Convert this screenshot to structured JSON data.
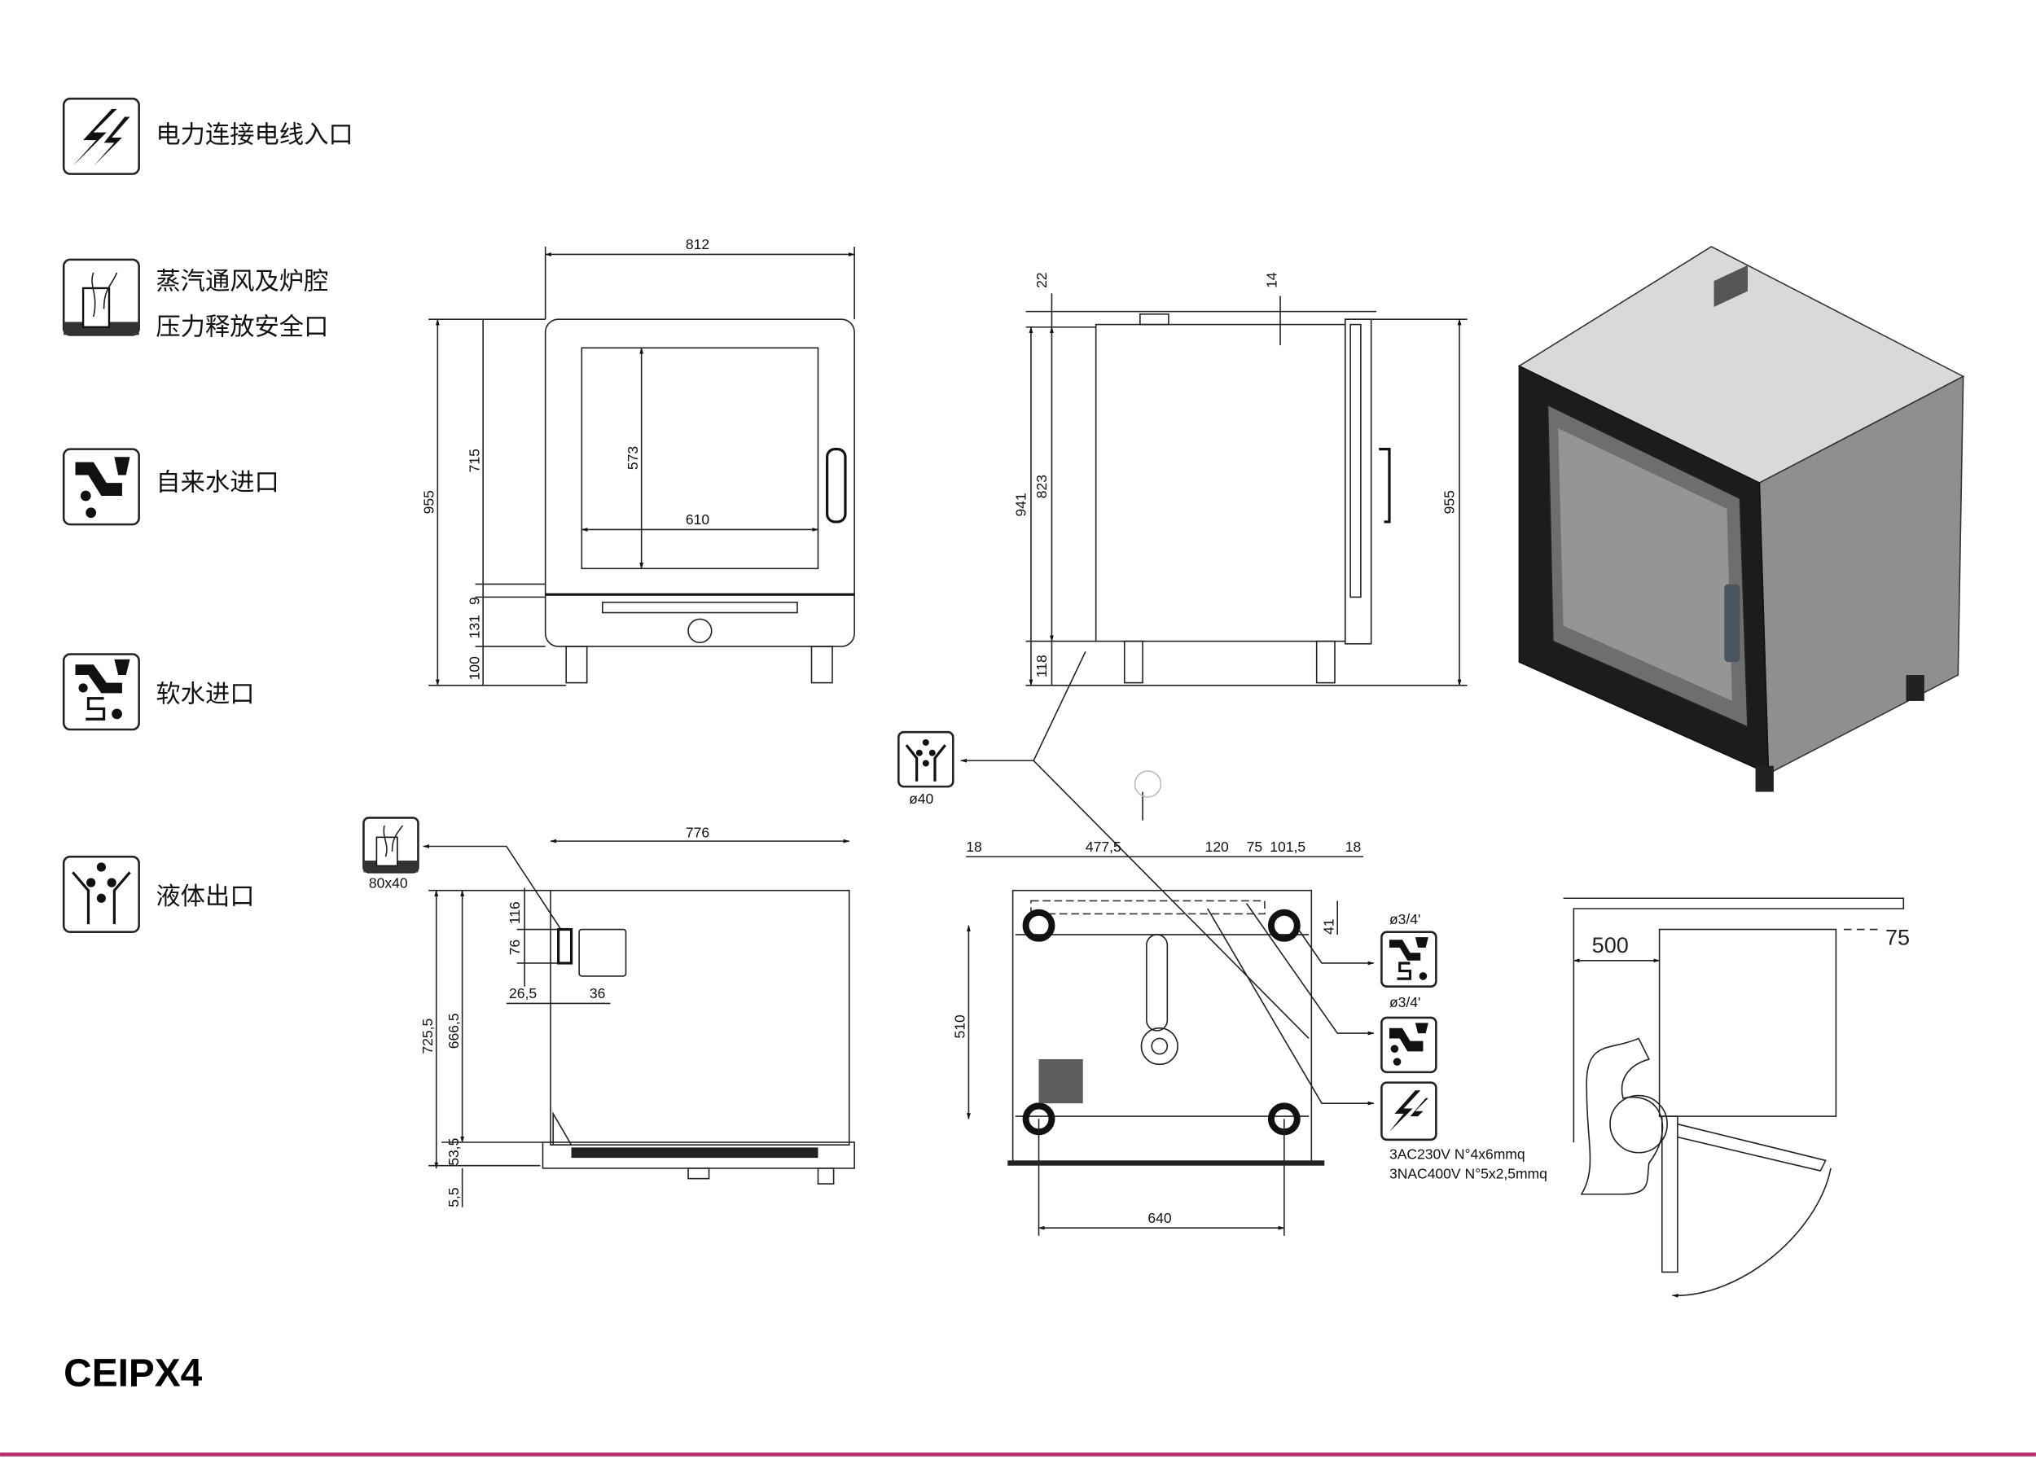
{
  "legend": [
    {
      "icon": "electric-connection-icon",
      "label": "电力连接电线入口"
    },
    {
      "icon": "steam-vent-icon",
      "label_line1": "蒸汽通风及炉腔",
      "label_line2": "压力释放安全口"
    },
    {
      "icon": "tap-water-icon",
      "label": "自来水进口"
    },
    {
      "icon": "soft-water-icon",
      "label": "软水进口"
    },
    {
      "icon": "liquid-drain-icon",
      "label": "液体出口"
    }
  ],
  "front_view": {
    "width": "812",
    "height_total": "955",
    "height_upper": "715",
    "glass_height": "573",
    "glass_width": "610",
    "gap": "9",
    "lower": "131",
    "feet": "100"
  },
  "side_view": {
    "top_offset": "22",
    "door_offset": "14",
    "height": "941",
    "body": "823",
    "height_total": "955",
    "feet": "118"
  },
  "drain": {
    "size": "ø40"
  },
  "top_view": {
    "vent_size": "80x40",
    "width": "776",
    "depth_total": "725,5",
    "depth": "666,5",
    "vent_from_top": "116",
    "vent_height": "76",
    "vent_x": "26,5",
    "vent_width": "36",
    "bottom_a": "53,5",
    "bottom_b": "5,5"
  },
  "bottom_view": {
    "left_margin": "18",
    "drain_x": "477,5",
    "d1": "120",
    "d2": "75",
    "d3": "101,5",
    "right_margin": "18",
    "inlet_offset": "41",
    "feet_depth": "510",
    "feet_width": "640",
    "soft_water_size": "ø3/4'",
    "tap_water_size": "ø3/4'",
    "power_line1": "3AC230V  N°4x6mmq",
    "power_line2": "3NAC400V  N°5x2,5mmq"
  },
  "clearance": {
    "left": "500",
    "right": "75"
  },
  "model": "CEIPX4",
  "colors": {
    "accent_line": "#b8306f",
    "oven_body": "#8f8f8f",
    "oven_dark": "#1c1c1c"
  }
}
